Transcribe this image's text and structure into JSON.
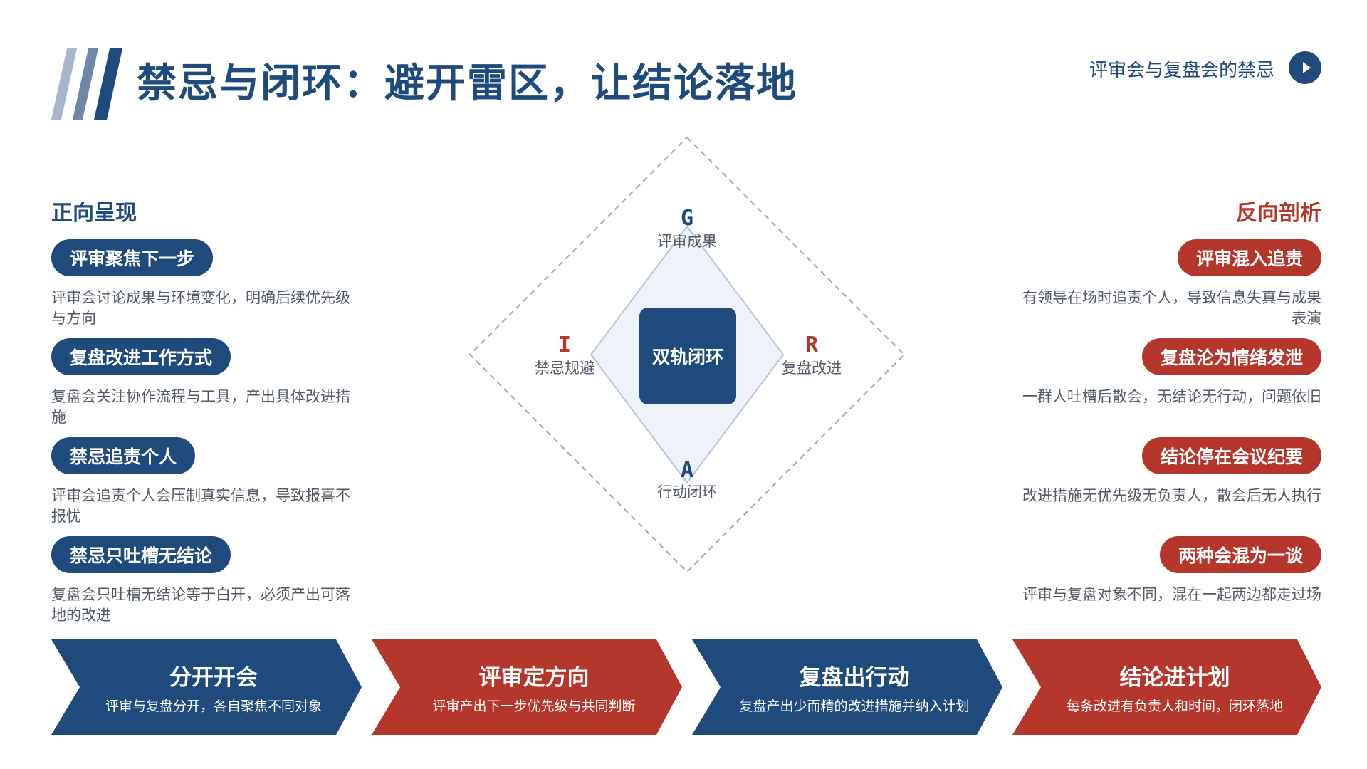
{
  "header": {
    "title": "禁忌与闭环：避开雷区，让结论落地",
    "topic": "评审会与复盘会的禁忌"
  },
  "colors": {
    "blue": "#1f4a7c",
    "red": "#b5372c",
    "light": "#eef2f9"
  },
  "left": {
    "heading": "正向呈现",
    "items": [
      {
        "label": "评审聚焦下一步",
        "desc": "评审会讨论成果与环境变化，明确后续优先级与方向"
      },
      {
        "label": "复盘改进工作方式",
        "desc": "复盘会关注协作流程与工具，产出具体改进措施"
      },
      {
        "label": "禁忌追责个人",
        "desc": "评审会追责个人会压制真实信息，导致报喜不报忧"
      },
      {
        "label": "禁忌只吐槽无结论",
        "desc": "复盘会只吐槽无结论等于白开，必须产出可落地的改进"
      }
    ]
  },
  "right": {
    "heading": "反向剖析",
    "items": [
      {
        "label": "评审混入追责",
        "desc": "有领导在场时追责个人，导致信息失真与成果表演"
      },
      {
        "label": "复盘沦为情绪发泄",
        "desc": "一群人吐槽后散会，无结论无行动，问题依旧"
      },
      {
        "label": "结论停在会议纪要",
        "desc": "改进措施无优先级无负责人，散会后无人执行"
      },
      {
        "label": "两种会混为一谈",
        "desc": "评审与复盘对象不同，混在一起两边都走过场"
      }
    ]
  },
  "diagram": {
    "center": "双轨闭环",
    "top": {
      "letter": "G",
      "label": "评审成果"
    },
    "right": {
      "letter": "R",
      "label": "复盘改进"
    },
    "bottom": {
      "letter": "A",
      "label": "行动闭环"
    },
    "left": {
      "letter": "I",
      "label": "禁忌规避"
    }
  },
  "steps": [
    {
      "title": "分开开会",
      "sub": "评审与复盘分开，各自聚焦不同对象"
    },
    {
      "title": "评审定方向",
      "sub": "评审产出下一步优先级与共同判断"
    },
    {
      "title": "复盘出行动",
      "sub": "复盘产出少而精的改进措施并纳入计划"
    },
    {
      "title": "结论进计划",
      "sub": "每条改进有负责人和时间，闭环落地"
    }
  ]
}
